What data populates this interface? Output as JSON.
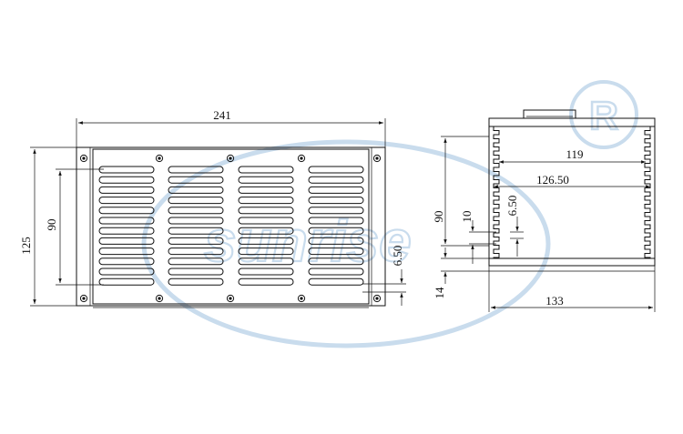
{
  "front_view": {
    "width_label": "241",
    "height_label": "125",
    "slot_span_label": "90",
    "slot_pitch_label": "6.50"
  },
  "side_view": {
    "inner_width_label": "119",
    "outer_inner_width_label": "126.50",
    "fin_pitch_label": "6.50",
    "fin_gap_label": "10",
    "fin_height_label": "90",
    "base_label": "14",
    "total_width_label": "133"
  },
  "watermark": {
    "text": "sunrise",
    "registered_mark": "R"
  }
}
